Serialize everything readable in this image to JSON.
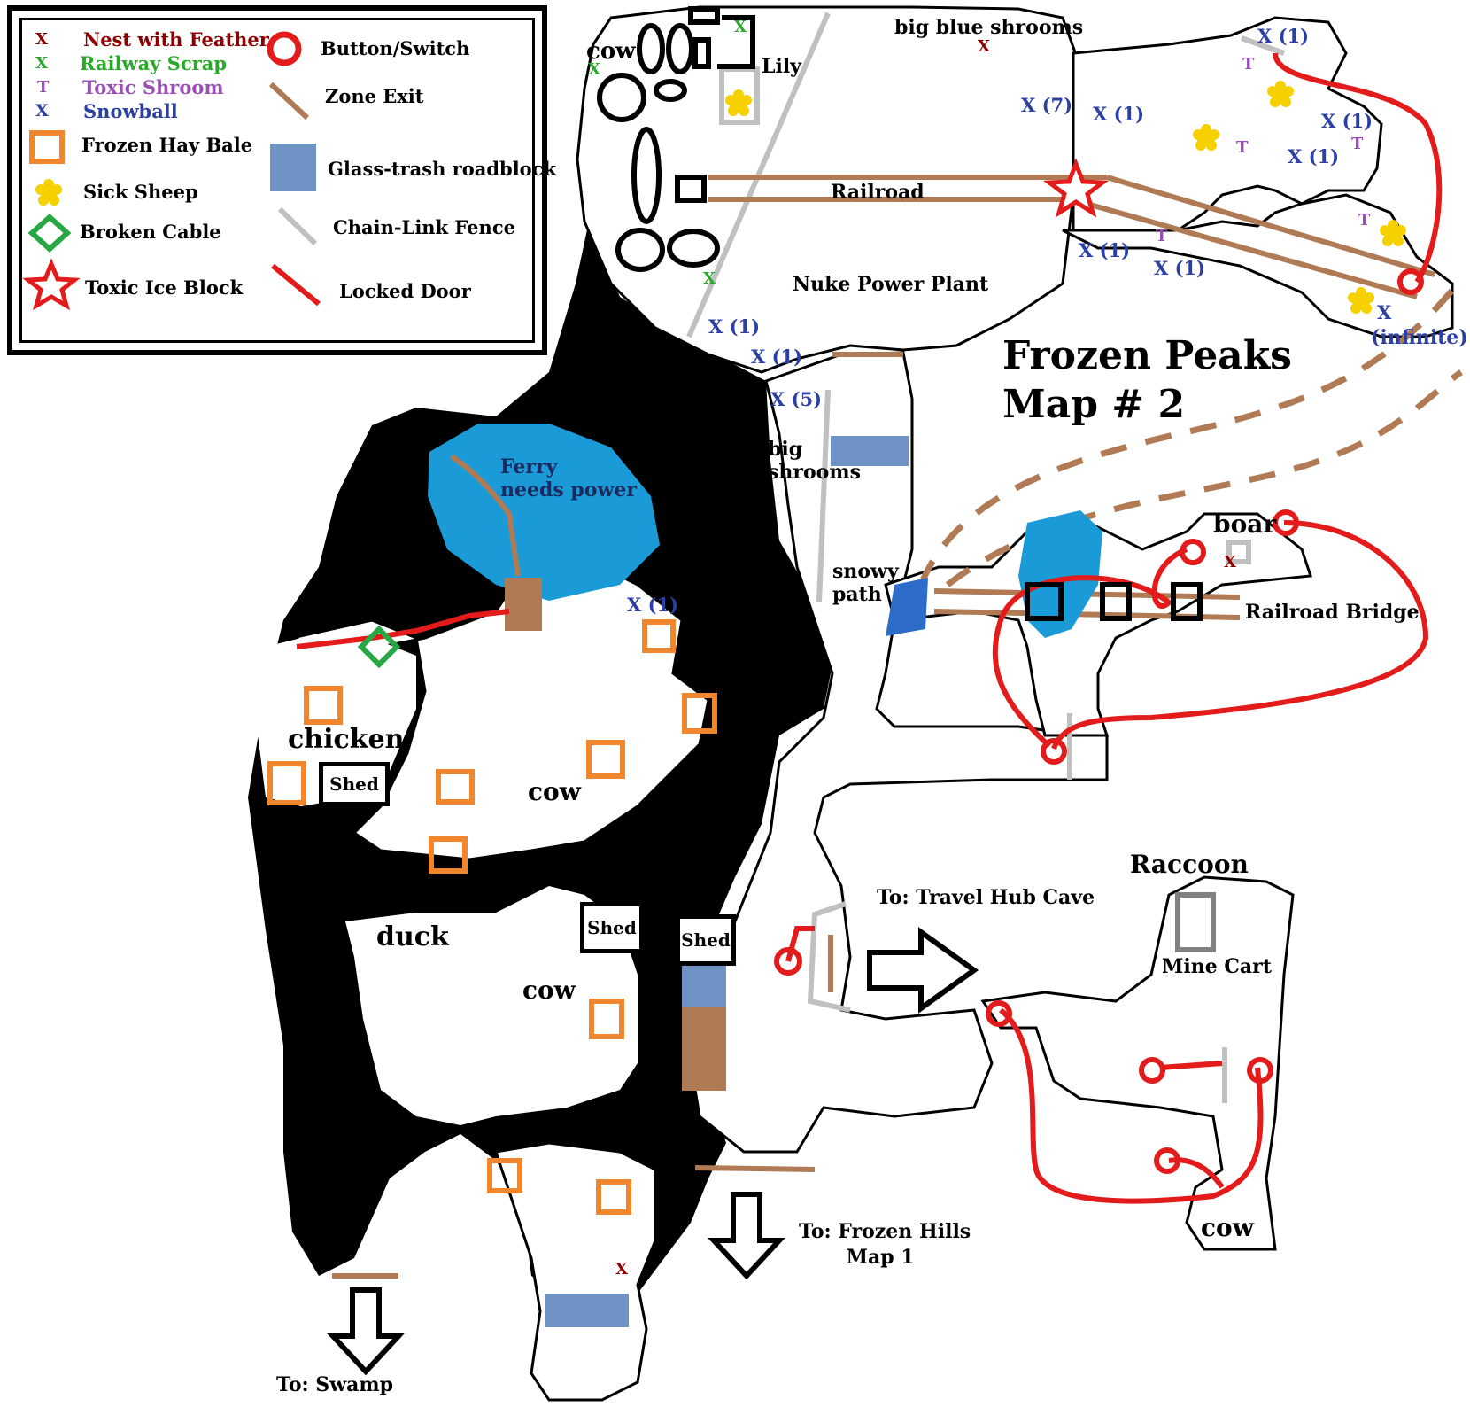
{
  "legend": {
    "nest": {
      "mark": "X",
      "label": "Nest with Feather",
      "color": "#8b0000"
    },
    "scrap": {
      "mark": "X",
      "label": "Railway Scrap",
      "color": "#2ca82c"
    },
    "shroom": {
      "mark": "T",
      "label": "Toxic Shroom",
      "color": "#9a4fb5"
    },
    "snowball": {
      "mark": "X",
      "label": "Snowball",
      "color": "#2c3fa3"
    },
    "hay": {
      "label": "Frozen Hay Bale",
      "icon": "orange-square-icon"
    },
    "sheep": {
      "label": "Sick Sheep",
      "icon": "yellow-flower-icon"
    },
    "cable": {
      "label": "Broken Cable",
      "icon": "green-diamond-icon"
    },
    "ice": {
      "label": "Toxic Ice Block",
      "icon": "red-star-icon"
    },
    "button": {
      "label": "Button/Switch",
      "icon": "red-circle-icon"
    },
    "exit": {
      "label": "Zone Exit",
      "icon": "brown-line-icon"
    },
    "roadblock": {
      "label": "Glass-trash roadblock",
      "icon": "blue-rect-icon"
    },
    "fence": {
      "label": "Chain-Link Fence",
      "icon": "gray-line-icon"
    },
    "door": {
      "label": "Locked Door",
      "icon": "red-line-icon"
    }
  },
  "title": {
    "line1": "Frozen Peaks",
    "line2": "Map # 2"
  },
  "labels": {
    "big_blue_shrooms": "big blue shrooms",
    "lily": "Lily",
    "cow_top": "cow",
    "railroad": "Railroad",
    "nuke_plant": "Nuke Power Plant",
    "big_shrooms": "big\nshrooms",
    "snowy_path": "snowy\npath",
    "ferry": "Ferry\nneeds power",
    "boar": "boar",
    "railroad_bridge": "Railroad Bridge",
    "chicken": "chicken",
    "cow_mid_right": "cow",
    "cow_center": "cow",
    "duck": "duck",
    "cow_lower": "cow",
    "shed": "Shed",
    "to_travel_hub": "To: Travel Hub Cave",
    "raccoon": "Raccoon",
    "mine_cart": "Mine Cart",
    "cow_bottom_right": "cow",
    "to_frozen_hills": "To: Frozen Hills\n       Map 1",
    "to_swamp": "To: Swamp",
    "infinite": "(infinite)"
  },
  "snowballs": {
    "x7": "X (7)",
    "x1": "X (1)",
    "x5": "X (5)"
  },
  "marks": {
    "x": "X",
    "t": "T"
  },
  "colors": {
    "black": "#000000",
    "water": "#1a9ad6",
    "hay": "#f0862e",
    "button": "#e31b1b",
    "exit": "#b07a55",
    "roadblock": "#6e93c4",
    "fence": "#c0c0c0",
    "sheep": "#f7d000",
    "cable": "#28a745"
  }
}
